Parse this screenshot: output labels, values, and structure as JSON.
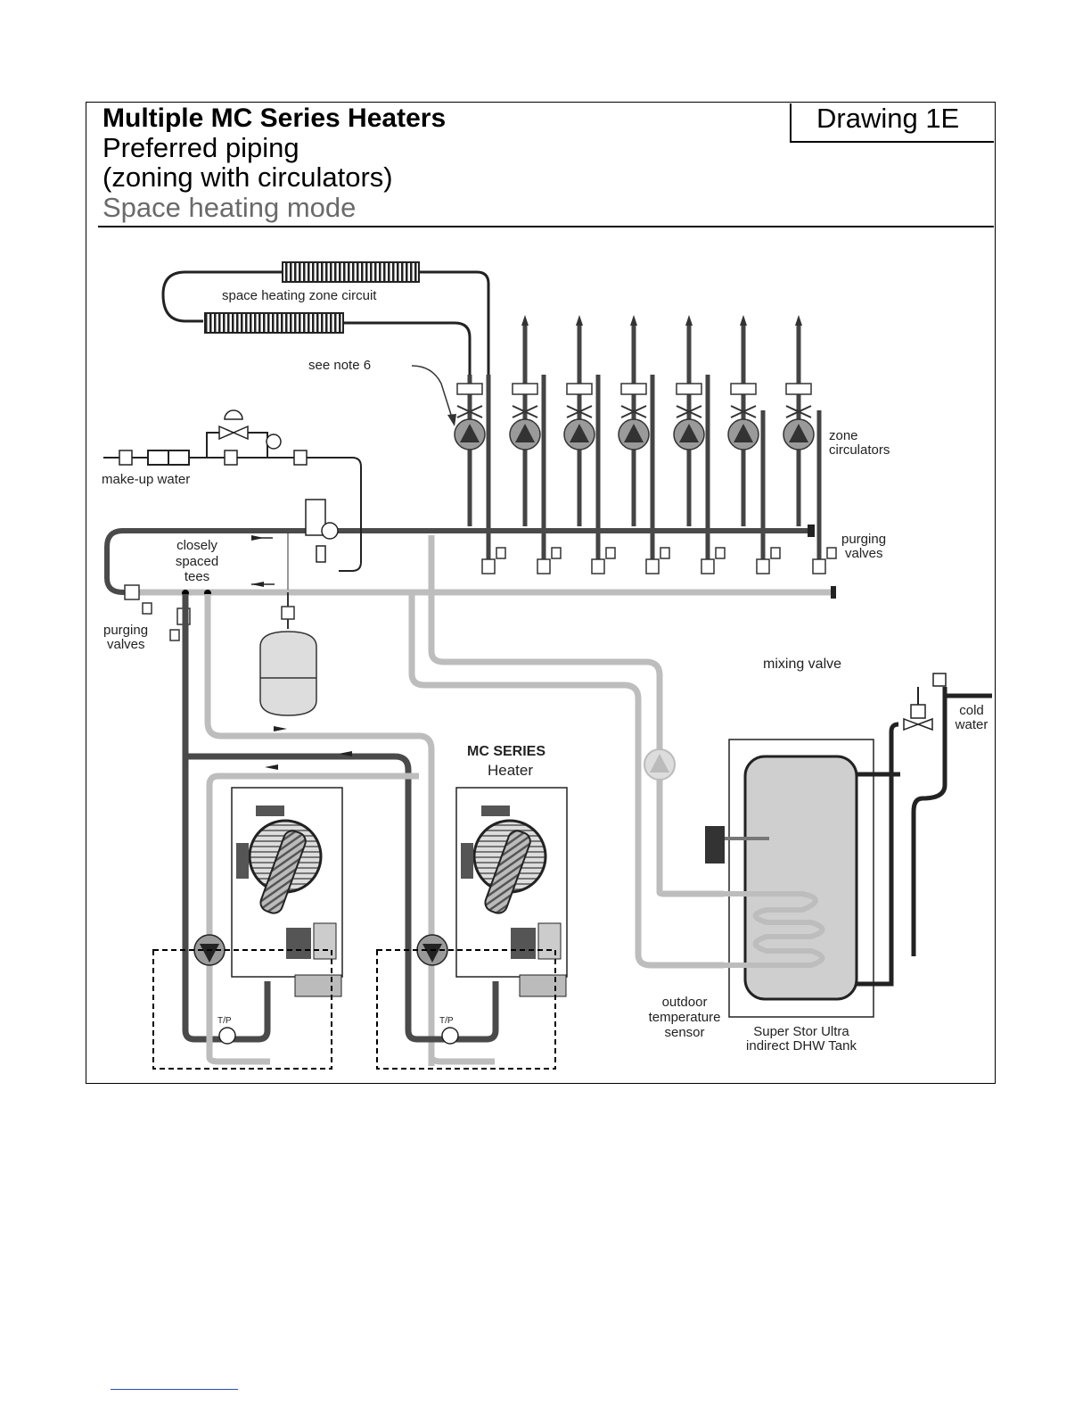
{
  "header": {
    "title": "Multiple MC Series Heaters",
    "subtitle_1": "Preferred piping",
    "subtitle_2": "(zoning with circulators)",
    "mode": "Space heating mode",
    "drawing_id": "Drawing 1E"
  },
  "labels": {
    "zone_circuit": "space heating zone circuit",
    "see_note": "see note 6",
    "zone_circulators_1": "zone",
    "zone_circulators_2": "circulators",
    "makeup_water": "make-up water",
    "closely_1": "closely",
    "closely_2": "spaced",
    "closely_3": "tees",
    "purging_top_1": "purging",
    "purging_top_2": "valves",
    "purging_left_1": "purging",
    "purging_left_2": "valves",
    "mixing_valve": "mixing valve",
    "cold_1": "cold",
    "cold_2": "water",
    "heater_brand": "MC SERIES",
    "heater_word": "Heater",
    "outdoor_1": "outdoor",
    "outdoor_2": "temperature",
    "outdoor_3": "sensor",
    "tank_1": "Super Stor Ultra",
    "tank_2": "indirect DHW Tank",
    "tp_1": "T/P",
    "tp_2": "T/P"
  },
  "colors": {
    "supply_pipe": "#4a4a4a",
    "return_pipe": "#bdbdbd",
    "frame": "#000000",
    "mode_text": "#6a6a6a"
  }
}
